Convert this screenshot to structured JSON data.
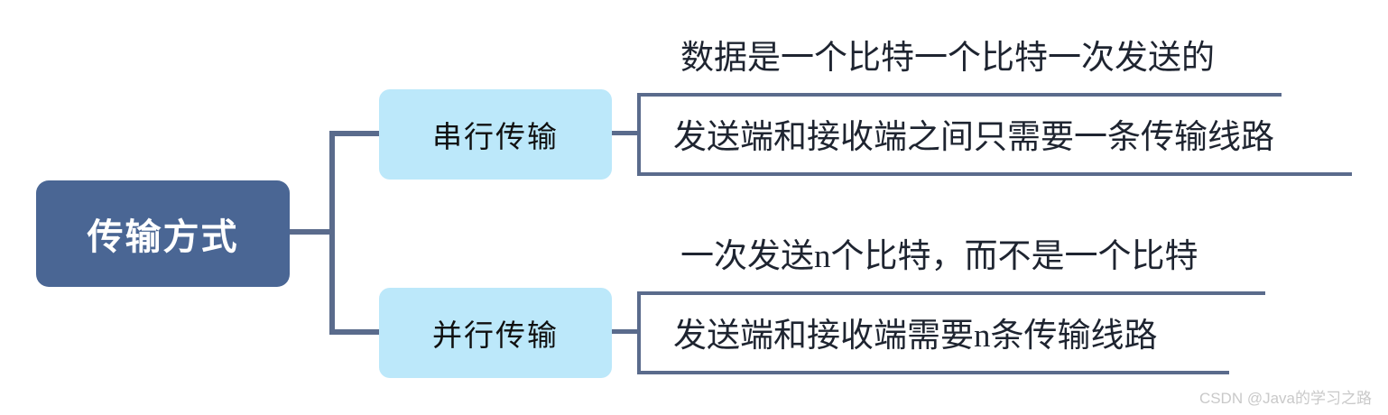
{
  "diagram": {
    "type": "mindmap",
    "title": "传输方式",
    "colors": {
      "root_fill": "#4a6694",
      "root_text": "#ffffff",
      "branch_fill": "#bce8fa",
      "branch_text": "#101010",
      "connector": "#5a6b8c",
      "leaf_text": "#1e2430",
      "background": "#ffffff",
      "watermark_text": "#c9c9c9"
    },
    "root": {
      "label": "传输方式"
    },
    "branches": [
      {
        "label": "串行传输",
        "leaves": [
          "数据是一个比特一个比特一次发送的",
          "发送端和接收端之间只需要一条传输线路"
        ]
      },
      {
        "label": "并行传输",
        "leaves": [
          "一次发送n个比特，而不是一个比特",
          "发送端和接收端需要n条传输线路"
        ]
      }
    ]
  },
  "watermark": {
    "text": "CSDN @Java的学习之路"
  }
}
